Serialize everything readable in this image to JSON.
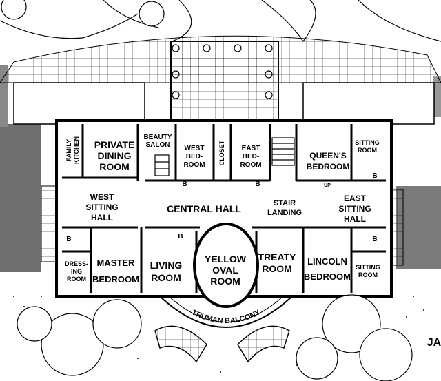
{
  "rooms": {
    "family_kitchen": [
      "FAMILY",
      "KITCHEN"
    ],
    "private_dining": [
      "PRIVATE",
      "DINING",
      "ROOM"
    ],
    "beauty_salon": [
      "BEAUTY",
      "SALON"
    ],
    "west_bedroom": [
      "WEST",
      "BED-",
      "ROOM"
    ],
    "closet": "CLOSET",
    "east_bedroom": [
      "EAST",
      "BED-",
      "ROOM"
    ],
    "queens_bedroom": [
      "QUEEN'S",
      "BEDROOM"
    ],
    "sitting_room_ne": [
      "SITTING",
      "ROOM"
    ],
    "west_sitting_hall": [
      "WEST",
      "SITTING",
      "HALL"
    ],
    "central_hall": "CENTRAL HALL",
    "stair_landing": [
      "STAIR",
      "LANDING"
    ],
    "east_sitting_hall": [
      "EAST",
      "SITTING",
      "HALL"
    ],
    "dressing_room": [
      "DRESS-",
      "ING",
      "ROOM"
    ],
    "master_bedroom": [
      "MASTER",
      "BEDROOM"
    ],
    "living_room": [
      "LIVING",
      "ROOM"
    ],
    "yellow_oval": [
      "YELLOW",
      "OVAL",
      "ROOM"
    ],
    "treaty_room": [
      "TREATY",
      "ROOM"
    ],
    "lincoln_bedroom": [
      "LINCOLN",
      "BEDROOM"
    ],
    "sitting_room_se": [
      "SITTING",
      "ROOM"
    ],
    "truman_balcony": "TRUMAN BALCONY"
  },
  "marks": {
    "bath": "B",
    "up": "UP",
    "edge_text": "JA"
  }
}
